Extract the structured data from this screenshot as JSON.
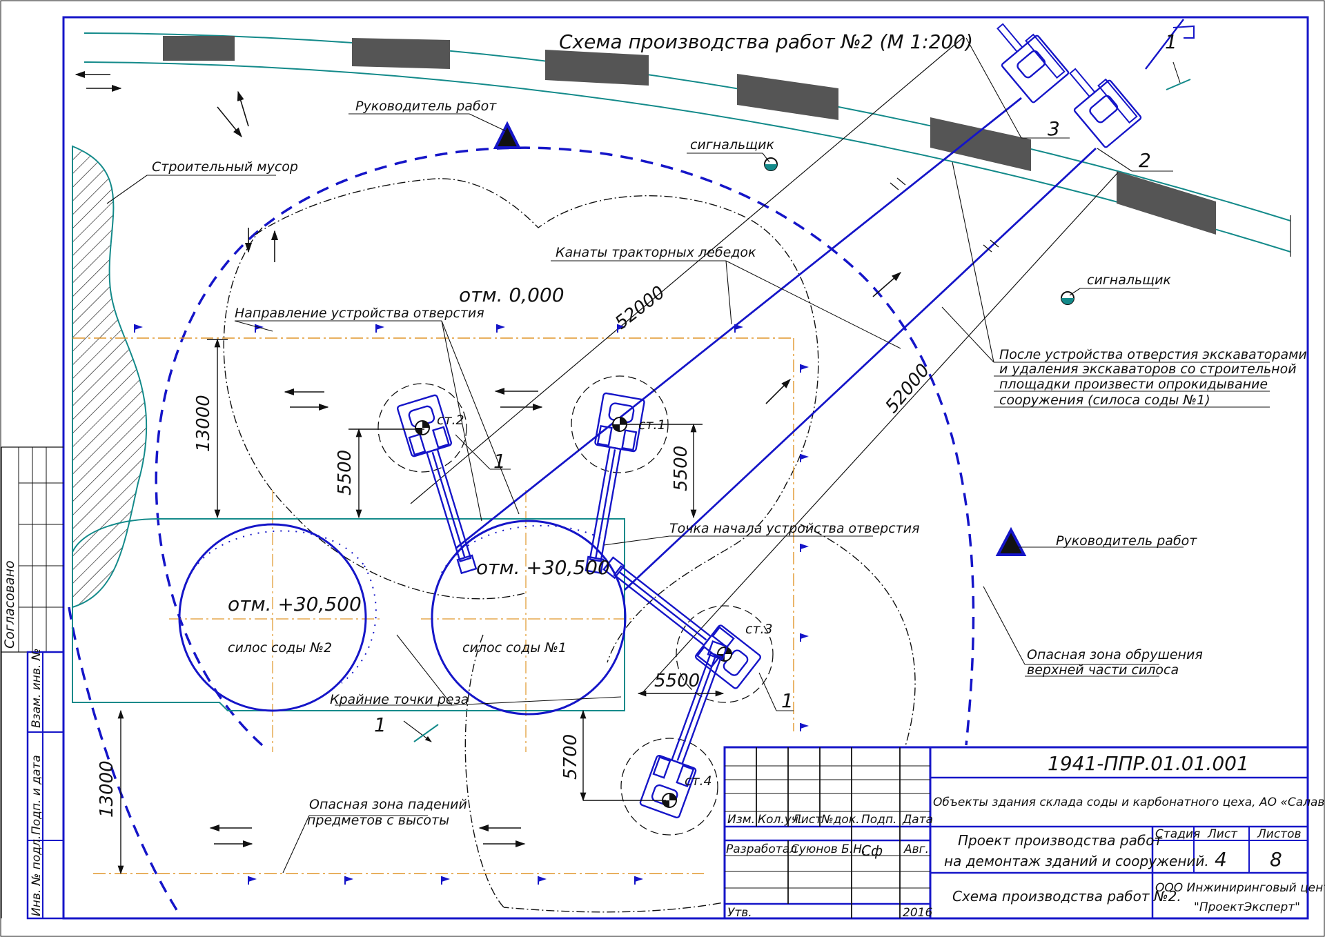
{
  "title": "Схема производства работ №2 (М 1:200)",
  "labels": {
    "site_manager": "Руководитель работ",
    "site_manager_2": "Руководитель работ",
    "signalman_1": "сигнальщик",
    "signalman_2": "сигнальщик",
    "debris": "Строительный мусор",
    "winch_ropes": "Канаты тракторных лебедок",
    "opening_direction": "Направление устройства отверстия",
    "level_zero": "отм. 0,000",
    "level_silo2": "отм. +30,500",
    "level_silo1": "отм. +30,500",
    "silo2": "силос соды №2",
    "silo1": "силос соды №1",
    "cut_points": "Крайние точки реза",
    "start_point": "Точка начала устройства отверстия",
    "st1": "ст.1",
    "st2": "ст.2",
    "st3": "ст.3",
    "st4": "ст.4",
    "falling_zone_1": "Опасная зона падений",
    "falling_zone_2": "предметов с высоты",
    "collapse_zone_1": "Опасная зона обрушения",
    "collapse_zone_2": "верхней части силоса",
    "after_note": [
      "После устройства отверстия экскаваторами",
      "и удаления экскаваторов со строительной",
      "площадки произвести опрокидывание",
      "сооружения (силоса соды №1)"
    ],
    "agreed": "Согласовано",
    "stamp_fields": [
      "Взам. инв. №",
      "Подп. и дата",
      "Инв. № подл."
    ]
  },
  "dimensions": {
    "radius_1": "52000",
    "radius_2": "52000",
    "d13000_top": "13000",
    "d13000_left": "13000",
    "d5500_a": "5500",
    "d5500_b": "5500",
    "d5500_c": "5500",
    "d5700": "5700"
  },
  "callouts": {
    "n1_a": "1",
    "n1_b": "1",
    "n1_c": "1",
    "n2": "2",
    "n3": "3",
    "section": "1"
  },
  "title_block": {
    "doc_code": "1941-ППР.01.01.001",
    "object": "Объекты здания склада соды и карбонатного цеха, АО «Салаватстекло»",
    "columns": [
      "Изм.",
      "Кол.уч.",
      "Лист",
      "№док.",
      "Подп.",
      "Дата"
    ],
    "role_dev": "Разработал",
    "dev_name": "Суюнов Б.Н.",
    "dev_sign": "Сф",
    "dev_date": "Авг.",
    "role_appr": "Утв.",
    "year": "2016",
    "project_1": "Проект производства работ",
    "project_2": "на демонтаж зданий и сооружений.",
    "sheet_name": "Схема производства работ №2.",
    "stage_h": "Стадия",
    "sheet_h": "Лист",
    "sheets_h": "Листов",
    "sheet": "4",
    "sheets": "8",
    "company_1": "ООО Инжиниринговый центр",
    "company_2": "\"ПроектЭксперт\""
  },
  "colors": {
    "frame": "#1515c8",
    "equipment": "#1515c8",
    "road": "#138a8a",
    "axis": "#e0962a",
    "road_block": "#555555",
    "ink": "#111111"
  },
  "icons": [
    "manager-triangle-icon",
    "signalman-icon",
    "flag-marker-icon",
    "direction-arrow-icon",
    "excavator-icon"
  ]
}
